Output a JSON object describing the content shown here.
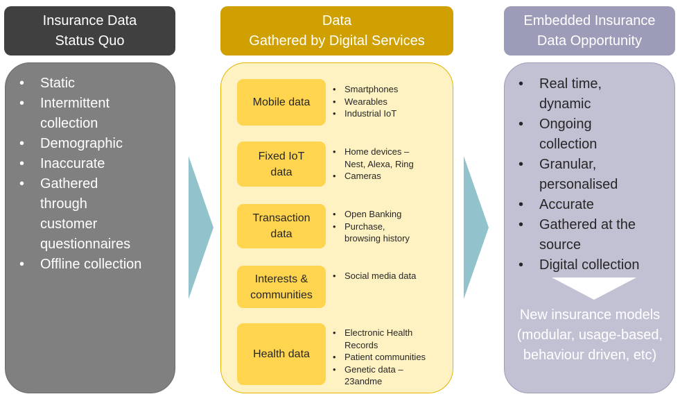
{
  "columns": {
    "status_quo": {
      "title_lines": [
        "Insurance Data",
        "Status Quo"
      ],
      "items": [
        "Static",
        "Intermittent collection",
        "Demographic",
        "Inaccurate",
        "Gathered through customer questionnaires",
        "Offline collection"
      ]
    },
    "digital": {
      "title_lines": [
        "Data",
        "Gathered by Digital Services"
      ],
      "categories": [
        {
          "label_lines": [
            "Mobile data"
          ],
          "items": [
            "Smartphones",
            "Wearables",
            "Industrial IoT"
          ]
        },
        {
          "label_lines": [
            "Fixed IoT",
            "data"
          ],
          "items": [
            "Home devices – Nest, Alexa, Ring",
            "Cameras"
          ]
        },
        {
          "label_lines": [
            "Transaction",
            "data"
          ],
          "items": [
            "Open Banking",
            "Purchase, browsing history"
          ]
        },
        {
          "label_lines": [
            "Interests &",
            "communities"
          ],
          "items": [
            "Social media data"
          ]
        },
        {
          "label_lines": [
            "Health data"
          ],
          "items": [
            "Electronic Health Records",
            "Patient communities",
            "Genetic data – 23andme"
          ]
        }
      ]
    },
    "embedded": {
      "title_lines": [
        "Embedded Insurance",
        "Data Opportunity"
      ],
      "items": [
        "Real time, dynamic",
        "Ongoing collection",
        "Granular, personalised",
        "Accurate",
        "Gathered at the source",
        "Digital collection"
      ],
      "result_text": "New insurance models (modular, usage-based, behaviour driven, etc)"
    }
  },
  "colors": {
    "status_header": "#404040",
    "status_panel": "#808080",
    "digital_header": "#cfa000",
    "digital_panel": "#fff2c2",
    "digital_category": "#ffd54f",
    "embedded_header": "#9c9bb8",
    "embedded_panel": "#c2c1d4",
    "arrow": "#92c3cc"
  }
}
